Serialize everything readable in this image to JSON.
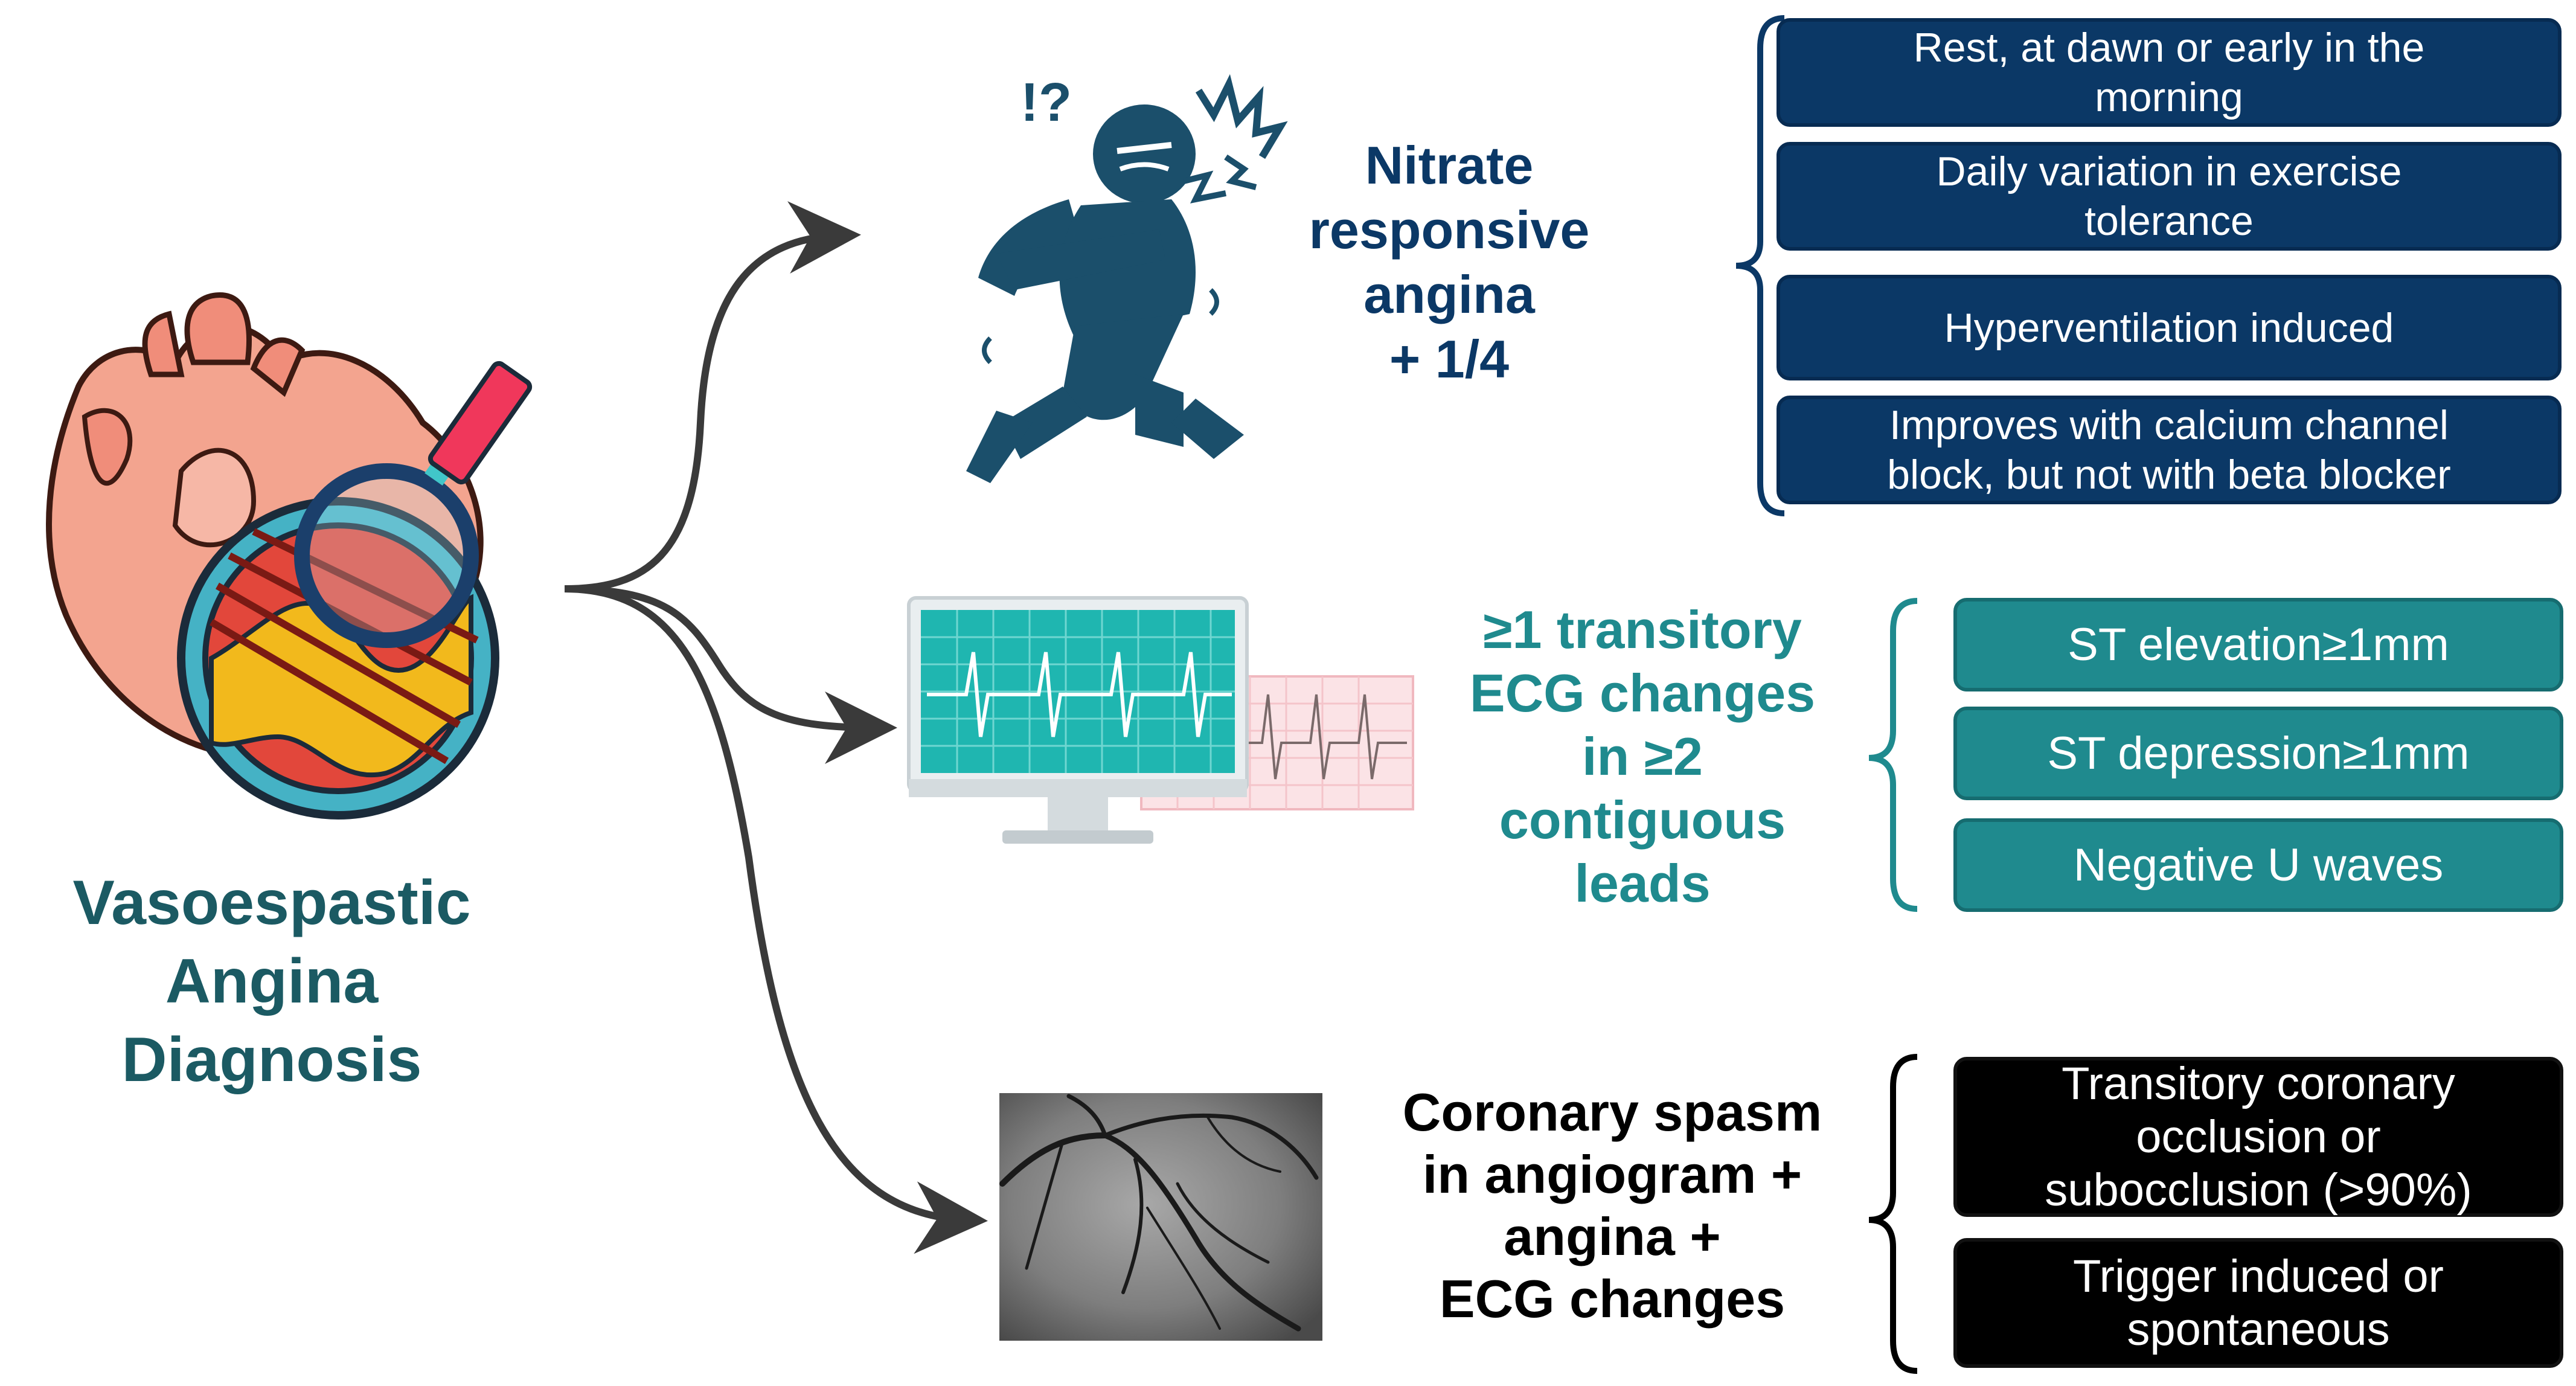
{
  "main": {
    "title": "Vasoespastic\nAngina\nDiagnosis"
  },
  "branches": [
    {
      "id": "nitrate",
      "title": "Nitrate\nresponsive\nangina\n+ 1/4",
      "color": "#0b3866",
      "items": [
        "Rest, at dawn or early in the\nmorning",
        "Daily variation in exercise\ntolerance",
        "Hyperventilation induced",
        "Improves with calcium channel\nblock, but not with beta blocker"
      ]
    },
    {
      "id": "ecg",
      "title": "≥1 transitory\nECG changes\nin  ≥2\ncontiguous\nleads",
      "color": "#1f8a8e",
      "items": [
        "ST elevation≥1mm",
        "ST depression≥1mm",
        "Negative U waves"
      ]
    },
    {
      "id": "angiogram",
      "title": "Coronary spasm\nin angiogram +\nangina +\nECG changes",
      "color": "#000000",
      "items": [
        "Transitory coronary\nocclusion or\nsubocclusion  (>90%)",
        "Trigger induced or\nspontaneous"
      ]
    }
  ],
  "icons": {
    "heart": "heart-magnifier-icon",
    "person": "chest-pain-person-icon",
    "ecg": "ecg-monitor-icon",
    "angiogram": "angiogram-image"
  },
  "colors": {
    "title": "#1b5a63",
    "navy": "#0b3866",
    "teal": "#1f8a8e",
    "black": "#000000",
    "arrow": "#3a3a3a"
  },
  "icon_glyphs": {
    "confused": "!?"
  }
}
